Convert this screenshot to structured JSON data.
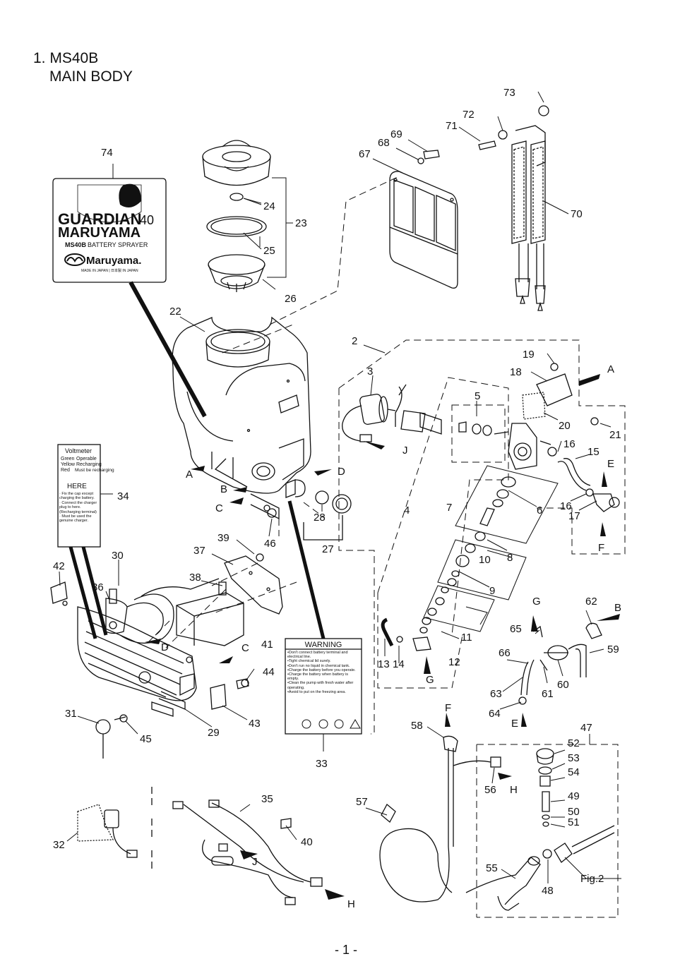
{
  "header": {
    "title": "1. MS40B",
    "subtitle": "MAIN BODY"
  },
  "page_number": "- 1 -",
  "callouts": [
    "2",
    "3",
    "4",
    "5",
    "6",
    "7",
    "8",
    "9",
    "10",
    "11",
    "12",
    "13",
    "14",
    "15",
    "16",
    "16",
    "17",
    "18",
    "19",
    "20",
    "21",
    "22",
    "23",
    "24",
    "25",
    "26",
    "27",
    "28",
    "29",
    "30",
    "31",
    "32",
    "33",
    "34",
    "35",
    "36",
    "37",
    "38",
    "39",
    "40",
    "41",
    "42",
    "43",
    "44",
    "45",
    "46",
    "47",
    "48",
    "49",
    "50",
    "51",
    "52",
    "53",
    "54",
    "55",
    "56",
    "57",
    "58",
    "59",
    "60",
    "61",
    "62",
    "63",
    "64",
    "65",
    "66",
    "67",
    "68",
    "69",
    "70",
    "71",
    "72",
    "73",
    "74"
  ],
  "connectors": [
    "A",
    "A",
    "B",
    "B",
    "C",
    "C",
    "D",
    "D",
    "E",
    "E",
    "F",
    "F",
    "G",
    "G",
    "H",
    "H",
    "J",
    "J"
  ],
  "fig_label": "Fig.2",
  "label_74": {
    "line1": "GUARDIAN",
    "line1_num": "40",
    "line2": "MARUYAMA",
    "line3_model": "MS40B",
    "line3": "BATTERY SPRAYER",
    "brand": "Maruyama.",
    "made_in": "MADE IN JAPAN | 日本製 IN JAPAN"
  },
  "label_34": {
    "title": "Voltmeter",
    "legend": [
      [
        "Green",
        "Operable"
      ],
      [
        "Yellow",
        "Recharging"
      ],
      [
        "Red",
        "Must be recharging"
      ]
    ],
    "here": "HERE",
    "notes": [
      "· Fix the cap except charging the battery.",
      "· Connect the charger plug to here. (Recharging terminal)",
      "· Must be used the genuine charger."
    ]
  },
  "label_33": {
    "title": "WARNING",
    "lines": [
      "•Don't connect battery terminal and electrical line.",
      "•Tight chemical lid surely.",
      "•Don't run no liquid in chemical tank.",
      "•Charge the battery before you operate.",
      "•Charge the battery when battery is empty.",
      "•Clean the pump with fresh water after operating.",
      "•Avoid to put on the freezing area."
    ]
  }
}
